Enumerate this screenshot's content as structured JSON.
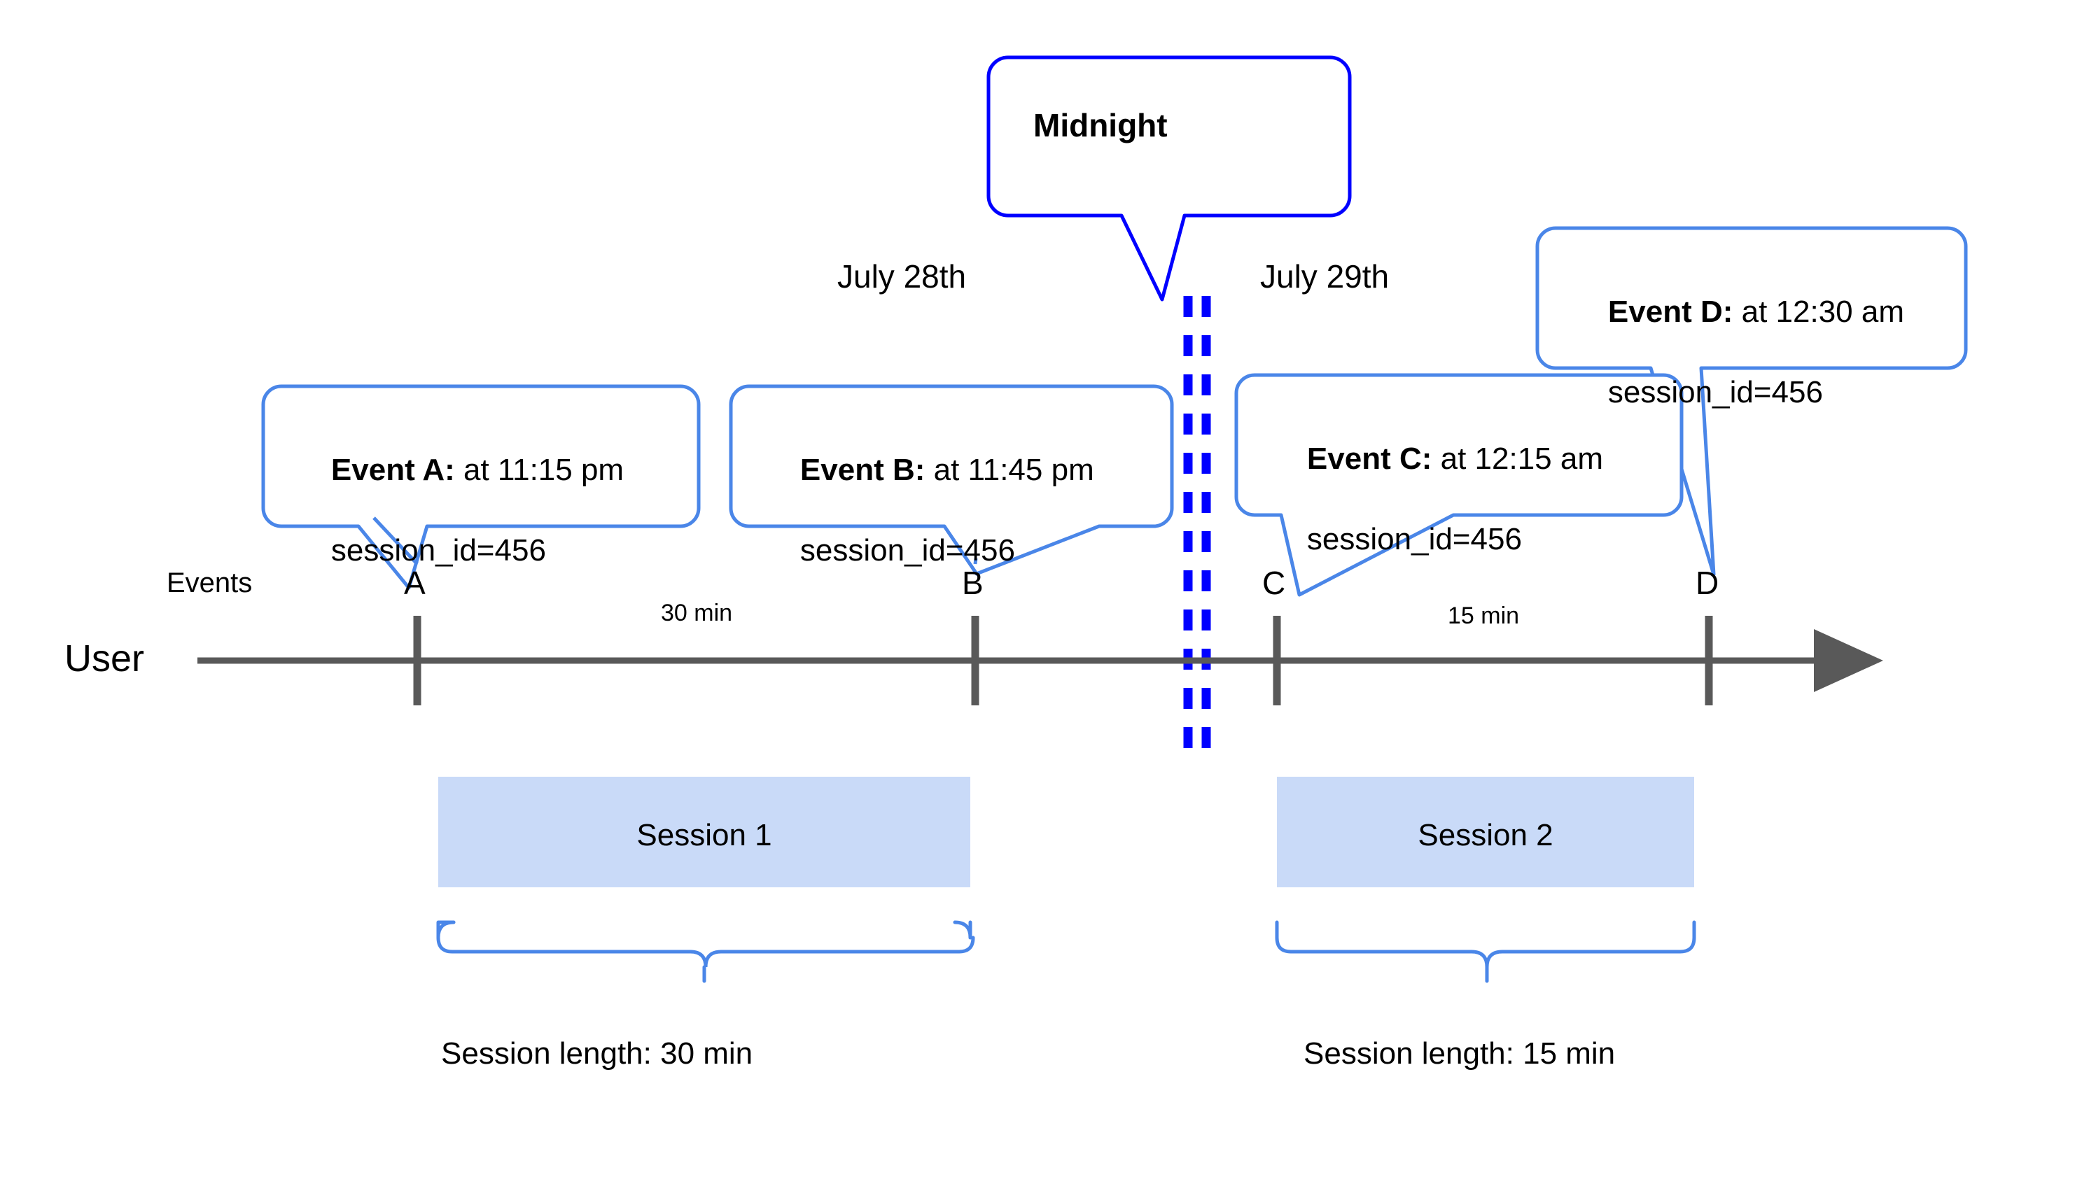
{
  "diagram": {
    "title_callout": {
      "label": "Midnight"
    },
    "colors": {
      "bright_blue": "#0000FF",
      "callout_blue": "#4A86E8",
      "session_fill": "#C9DAF8",
      "axis_gray": "#595959",
      "text_black": "#000000"
    },
    "day_labels": [
      {
        "name": "day-left",
        "text": "July 28th"
      },
      {
        "name": "day-right",
        "text": "July 29th"
      }
    ],
    "row_labels": {
      "events": "Events",
      "user": "User"
    },
    "markers": [
      {
        "id": "A",
        "label": "A"
      },
      {
        "id": "B",
        "label": "B"
      },
      {
        "id": "C",
        "label": "C"
      },
      {
        "id": "D",
        "label": "D"
      }
    ],
    "durations": [
      {
        "id": "dur-a-b",
        "text": "30 min"
      },
      {
        "id": "dur-c-d",
        "text": "15 min"
      }
    ],
    "event_callouts": [
      {
        "id": "event-a",
        "title": "Event A:",
        "time": " at 11:15 pm",
        "detail": "session_id=456"
      },
      {
        "id": "event-b",
        "title": "Event B:",
        "time": " at 11:45 pm",
        "detail": "session_id=456"
      },
      {
        "id": "event-c",
        "title": "Event C:",
        "time": " at 12:15 am",
        "detail": "session_id=456"
      },
      {
        "id": "event-d",
        "title": "Event D:",
        "time": " at 12:30 am",
        "detail": "session_id=456"
      }
    ],
    "sessions": [
      {
        "id": "session-1",
        "label": "Session 1",
        "length_label": "Session length: 30 min"
      },
      {
        "id": "session-2",
        "label": "Session 2",
        "length_label": "Session length: 15 min"
      }
    ]
  },
  "chart_data": {
    "type": "timeline",
    "title": "User session splitting at midnight",
    "axis": {
      "name": "User",
      "direction": "left-to-right",
      "arrow": true
    },
    "boundary": {
      "label": "Midnight",
      "between": [
        "July 28th",
        "July 29th"
      ],
      "style": "double-dashed"
    },
    "events": [
      {
        "id": "A",
        "time": "11:15 pm",
        "day": "July 28th",
        "session_id": 456,
        "session": "Session 1"
      },
      {
        "id": "B",
        "time": "11:45 pm",
        "day": "July 28th",
        "session_id": 456,
        "session": "Session 1"
      },
      {
        "id": "C",
        "time": "12:15 am",
        "day": "July 29th",
        "session_id": 456,
        "session": "Session 2"
      },
      {
        "id": "D",
        "time": "12:30 am",
        "day": "July 29th",
        "session_id": 456,
        "session": "Session 2"
      }
    ],
    "intervals": [
      {
        "from": "A",
        "to": "B",
        "duration_min": 30,
        "label": "30 min"
      },
      {
        "from": "C",
        "to": "D",
        "duration_min": 15,
        "label": "15 min"
      }
    ],
    "sessions": [
      {
        "name": "Session 1",
        "events": [
          "A",
          "B"
        ],
        "length_min": 30,
        "length_label": "Session length: 30 min"
      },
      {
        "name": "Session 2",
        "events": [
          "C",
          "D"
        ],
        "length_min": 15,
        "length_label": "Session length: 15 min"
      }
    ]
  }
}
